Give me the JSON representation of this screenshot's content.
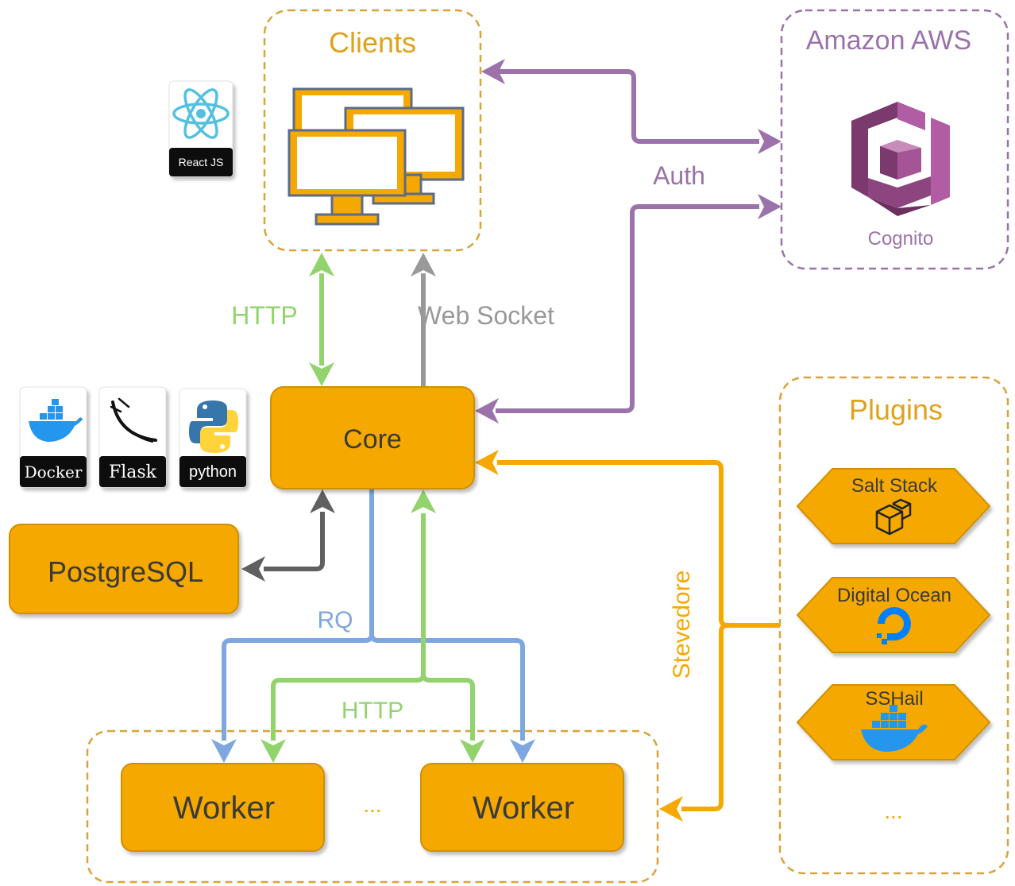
{
  "groups": {
    "clients": "Clients",
    "aws": "Amazon AWS",
    "plugins": "Plugins"
  },
  "aws_service": "Cognito",
  "boxes": {
    "core": "Core",
    "postgres": "PostgreSQL",
    "worker_left": "Worker",
    "worker_right": "Worker",
    "worker_ellipsis": "...",
    "plugins_ellipsis": "..."
  },
  "plugins": [
    "Salt Stack",
    "Digital Ocean",
    "SSHail"
  ],
  "edges": {
    "http_clients": "HTTP",
    "websocket": "Web Socket",
    "auth": "Auth",
    "rq": "RQ",
    "http_workers": "HTTP",
    "stevedore": "Stevedore"
  },
  "badges": {
    "react": "React JS",
    "docker": "Docker",
    "flask": "Flask",
    "python": "python"
  },
  "colors": {
    "orange": "#F5A800",
    "orange_stroke": "#D18F00",
    "purple": "#9B72AA",
    "green": "#92D36E",
    "gray": "#999999",
    "dark_gray": "#606060",
    "blue": "#7EA6E0",
    "cognito": "#9D4F8F"
  }
}
